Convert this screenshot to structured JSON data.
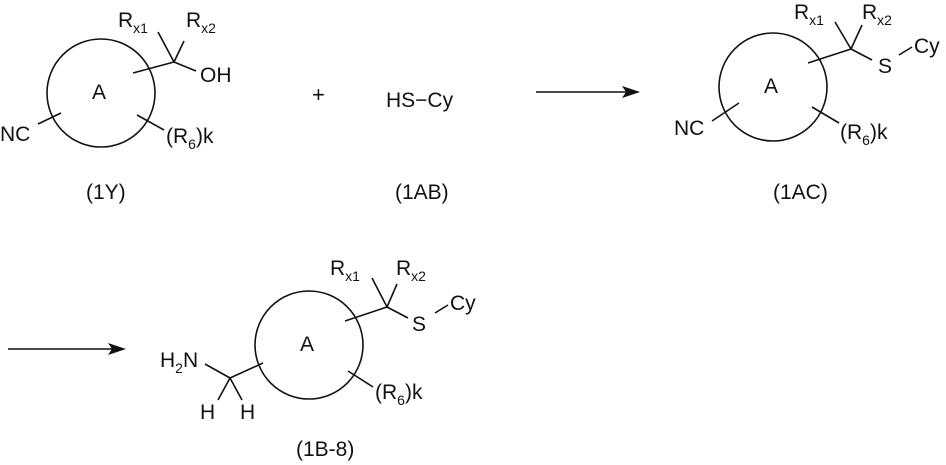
{
  "scheme": {
    "step1": {
      "reactant": {
        "id": "1Y",
        "caption": "(1Y)",
        "ring_label": "A",
        "substituents": {
          "rx1": {
            "base": "R",
            "sub": "x1"
          },
          "rx2": {
            "base": "R",
            "sub": "x2"
          },
          "oh": "OH",
          "nc": "NC",
          "r6": {
            "open": "(R",
            "sub": "6",
            "close": ")k"
          }
        }
      },
      "plus": "+",
      "reagent": {
        "id": "1AB",
        "caption": "(1AB)",
        "formula": "HS−Cy"
      },
      "product": {
        "id": "1AC",
        "caption": "(1AC)",
        "ring_label": "A",
        "substituents": {
          "rx1": {
            "base": "R",
            "sub": "x1"
          },
          "rx2": {
            "base": "R",
            "sub": "x2"
          },
          "s": "S",
          "cy": "Cy",
          "nc": "NC",
          "r6": {
            "open": "(R",
            "sub": "6",
            "close": ")k"
          }
        }
      }
    },
    "step2": {
      "product": {
        "id": "1B-8",
        "caption": "(1B-8)",
        "ring_label": "A",
        "substituents": {
          "rx1": {
            "base": "R",
            "sub": "x1"
          },
          "rx2": {
            "base": "R",
            "sub": "x2"
          },
          "s": "S",
          "cy": "Cy",
          "h2n": {
            "base": "H",
            "sub": "2",
            "tail": "N"
          },
          "h_left": "H",
          "h_right": "H",
          "r6": {
            "open": "(R",
            "sub": "6",
            "close": ")k"
          }
        }
      }
    }
  },
  "colors": {
    "ink": "#111111",
    "background": "#ffffff"
  }
}
